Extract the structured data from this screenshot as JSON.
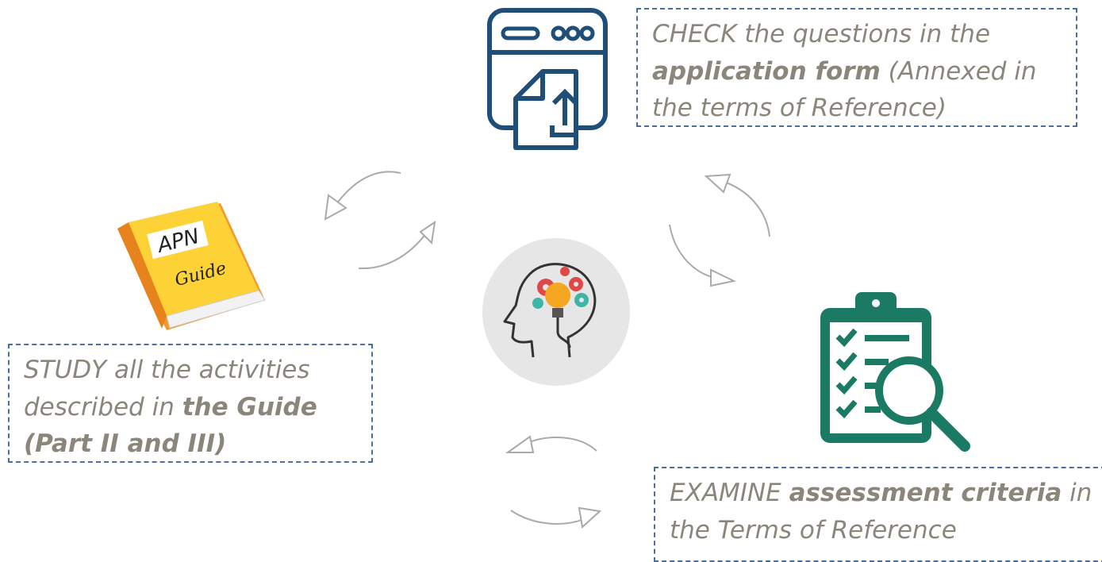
{
  "check": {
    "l1": "CHECK the questions in the",
    "l2_bold": "application form",
    "l2_rest": " (Annexed in",
    "l3": "the terms of Reference)"
  },
  "study": {
    "l1": "STUDY all the activities",
    "l2_plain": "described in ",
    "l2_bold": "the Guide",
    "l3_bold": "(Part II and III)"
  },
  "examine": {
    "l1_plain": "EXAMINE ",
    "l1_bold": "assessment criteria",
    "l1_rest": " in",
    "l2": "the  Terms of Reference"
  },
  "book": {
    "title": "APN",
    "subtitle": "Guide"
  },
  "colors": {
    "form_icon": "#1f4e79",
    "checklist_icon": "#1b7a63",
    "box_border": "#4a6fa5",
    "text": "#8a867c",
    "arrow": "#aaaaaa",
    "head_bg": "#e6e6e6"
  }
}
